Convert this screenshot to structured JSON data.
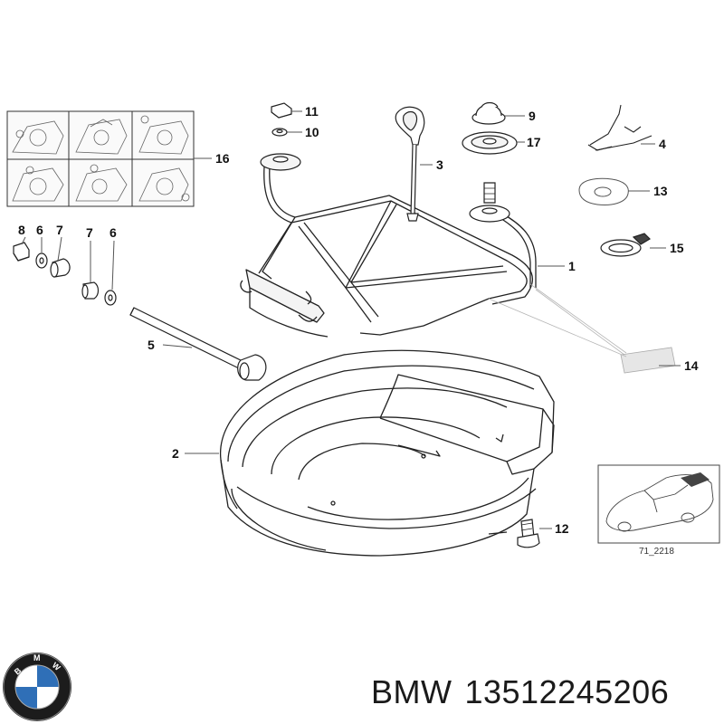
{
  "diagram": {
    "callouts": {
      "c1": "1",
      "c2": "2",
      "c3": "3",
      "c4": "4",
      "c5": "5",
      "c6a": "6",
      "c6b": "6",
      "c7a": "7",
      "c7b": "7",
      "c8": "8",
      "c9": "9",
      "c10": "10",
      "c11": "11",
      "c12": "12",
      "c13": "13",
      "c14": "14",
      "c15": "15",
      "c16": "16",
      "c17": "17"
    },
    "inset_caption": "71_2218"
  },
  "footer": {
    "brand": "BMW",
    "part_number": "13512245206",
    "logo_letters": [
      "B",
      "M",
      "W"
    ]
  },
  "colors": {
    "line": "#222222",
    "leader": "#555555",
    "faint": "#b5b5b5",
    "logo_blue": "#2f6fb7",
    "logo_ring": "#1c1c1c"
  }
}
